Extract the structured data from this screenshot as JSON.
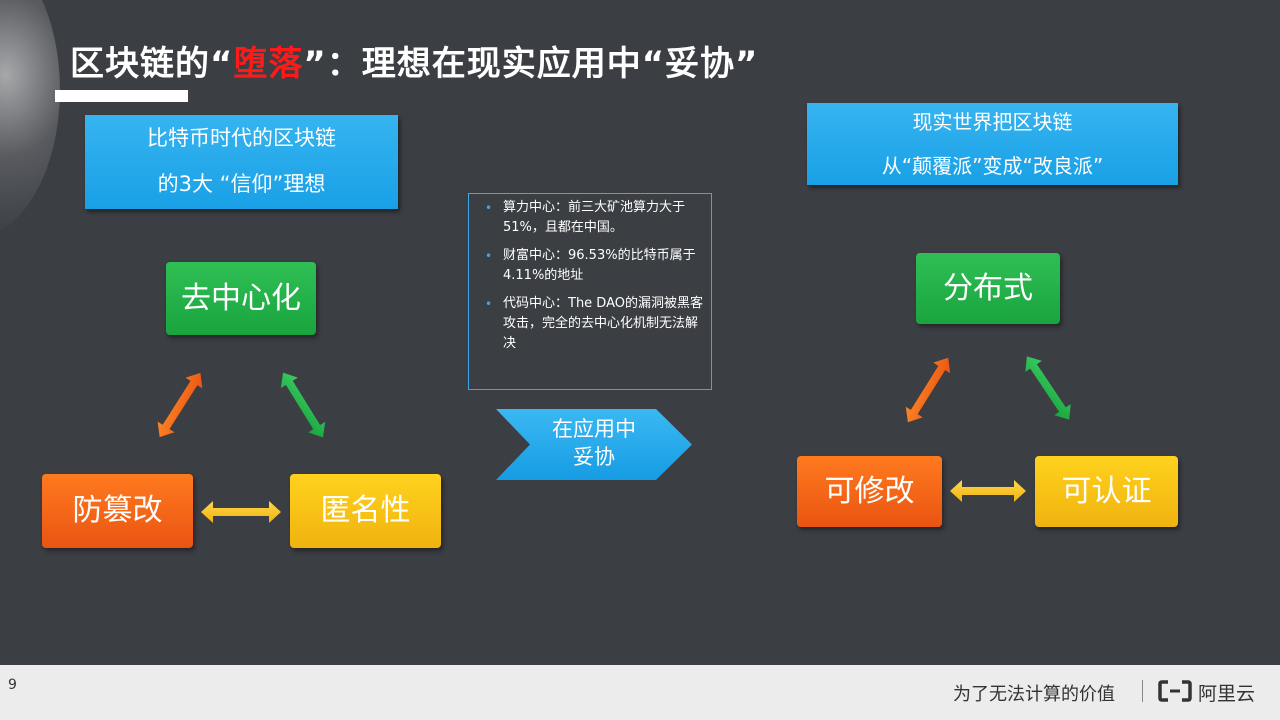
{
  "slide": {
    "title": {
      "part1": "区块链的“",
      "highlight": "堕落",
      "part2": "”：理想在现实应用中“妥协”"
    },
    "left_header": {
      "line1": "比特币时代的区块链",
      "line2": "的3大 “信仰”理想"
    },
    "right_header": {
      "line1": "现实世界把区块链",
      "line2": "从“颠覆派”变成“改良派”"
    },
    "left_triangle": {
      "top": "去中心化",
      "bottom_left": "防篡改",
      "bottom_right": "匿名性"
    },
    "right_triangle": {
      "top": "分布式",
      "bottom_left": "可修改",
      "bottom_right": "可认证"
    },
    "info_bullets": [
      "算力中心：前三大矿池算力大于51%，且都在中国。",
      "财富中心：96.53%的比特币属于4.11%的地址",
      "代码中心：The DAO的漏洞被黑客攻击，完全的去中心化机制无法解决"
    ],
    "bullet_symbol": "•",
    "chevron": {
      "line1": "在应用中",
      "line2": "妥协"
    }
  },
  "footer": {
    "page_number": "9",
    "slogan": "为了无法计算的价值",
    "logo_text": "阿里云"
  },
  "colors": {
    "background": "#3b3e43",
    "title_highlight": "#ff1a1a",
    "blue": "#1ea5ea",
    "green": "#22b14c",
    "orange": "#f26522",
    "yellow": "#ffc61a"
  }
}
